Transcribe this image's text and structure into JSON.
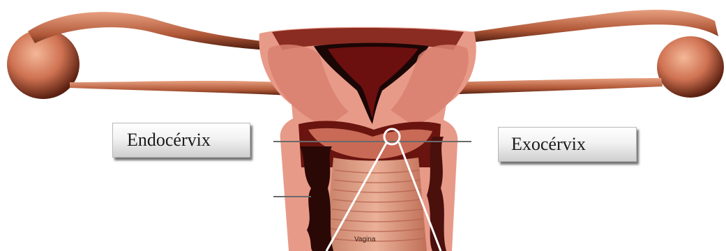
{
  "labels": {
    "endocervix": "Endocérvix",
    "exocervix": "Exocérvix",
    "vagina": "Vagina"
  },
  "colors": {
    "tissue_light": "#e8a08e",
    "tissue_mid": "#d27563",
    "tissue_dark": "#8a2c22",
    "cavity": "#1a0605",
    "blood_red": "#b01818",
    "ovary": "#c86a48",
    "tube": "#b45a40",
    "pointer": "#ffffff",
    "guide_line": "#6a6a6a"
  },
  "icons": {
    "magnifier": "circle-pointer-icon"
  }
}
